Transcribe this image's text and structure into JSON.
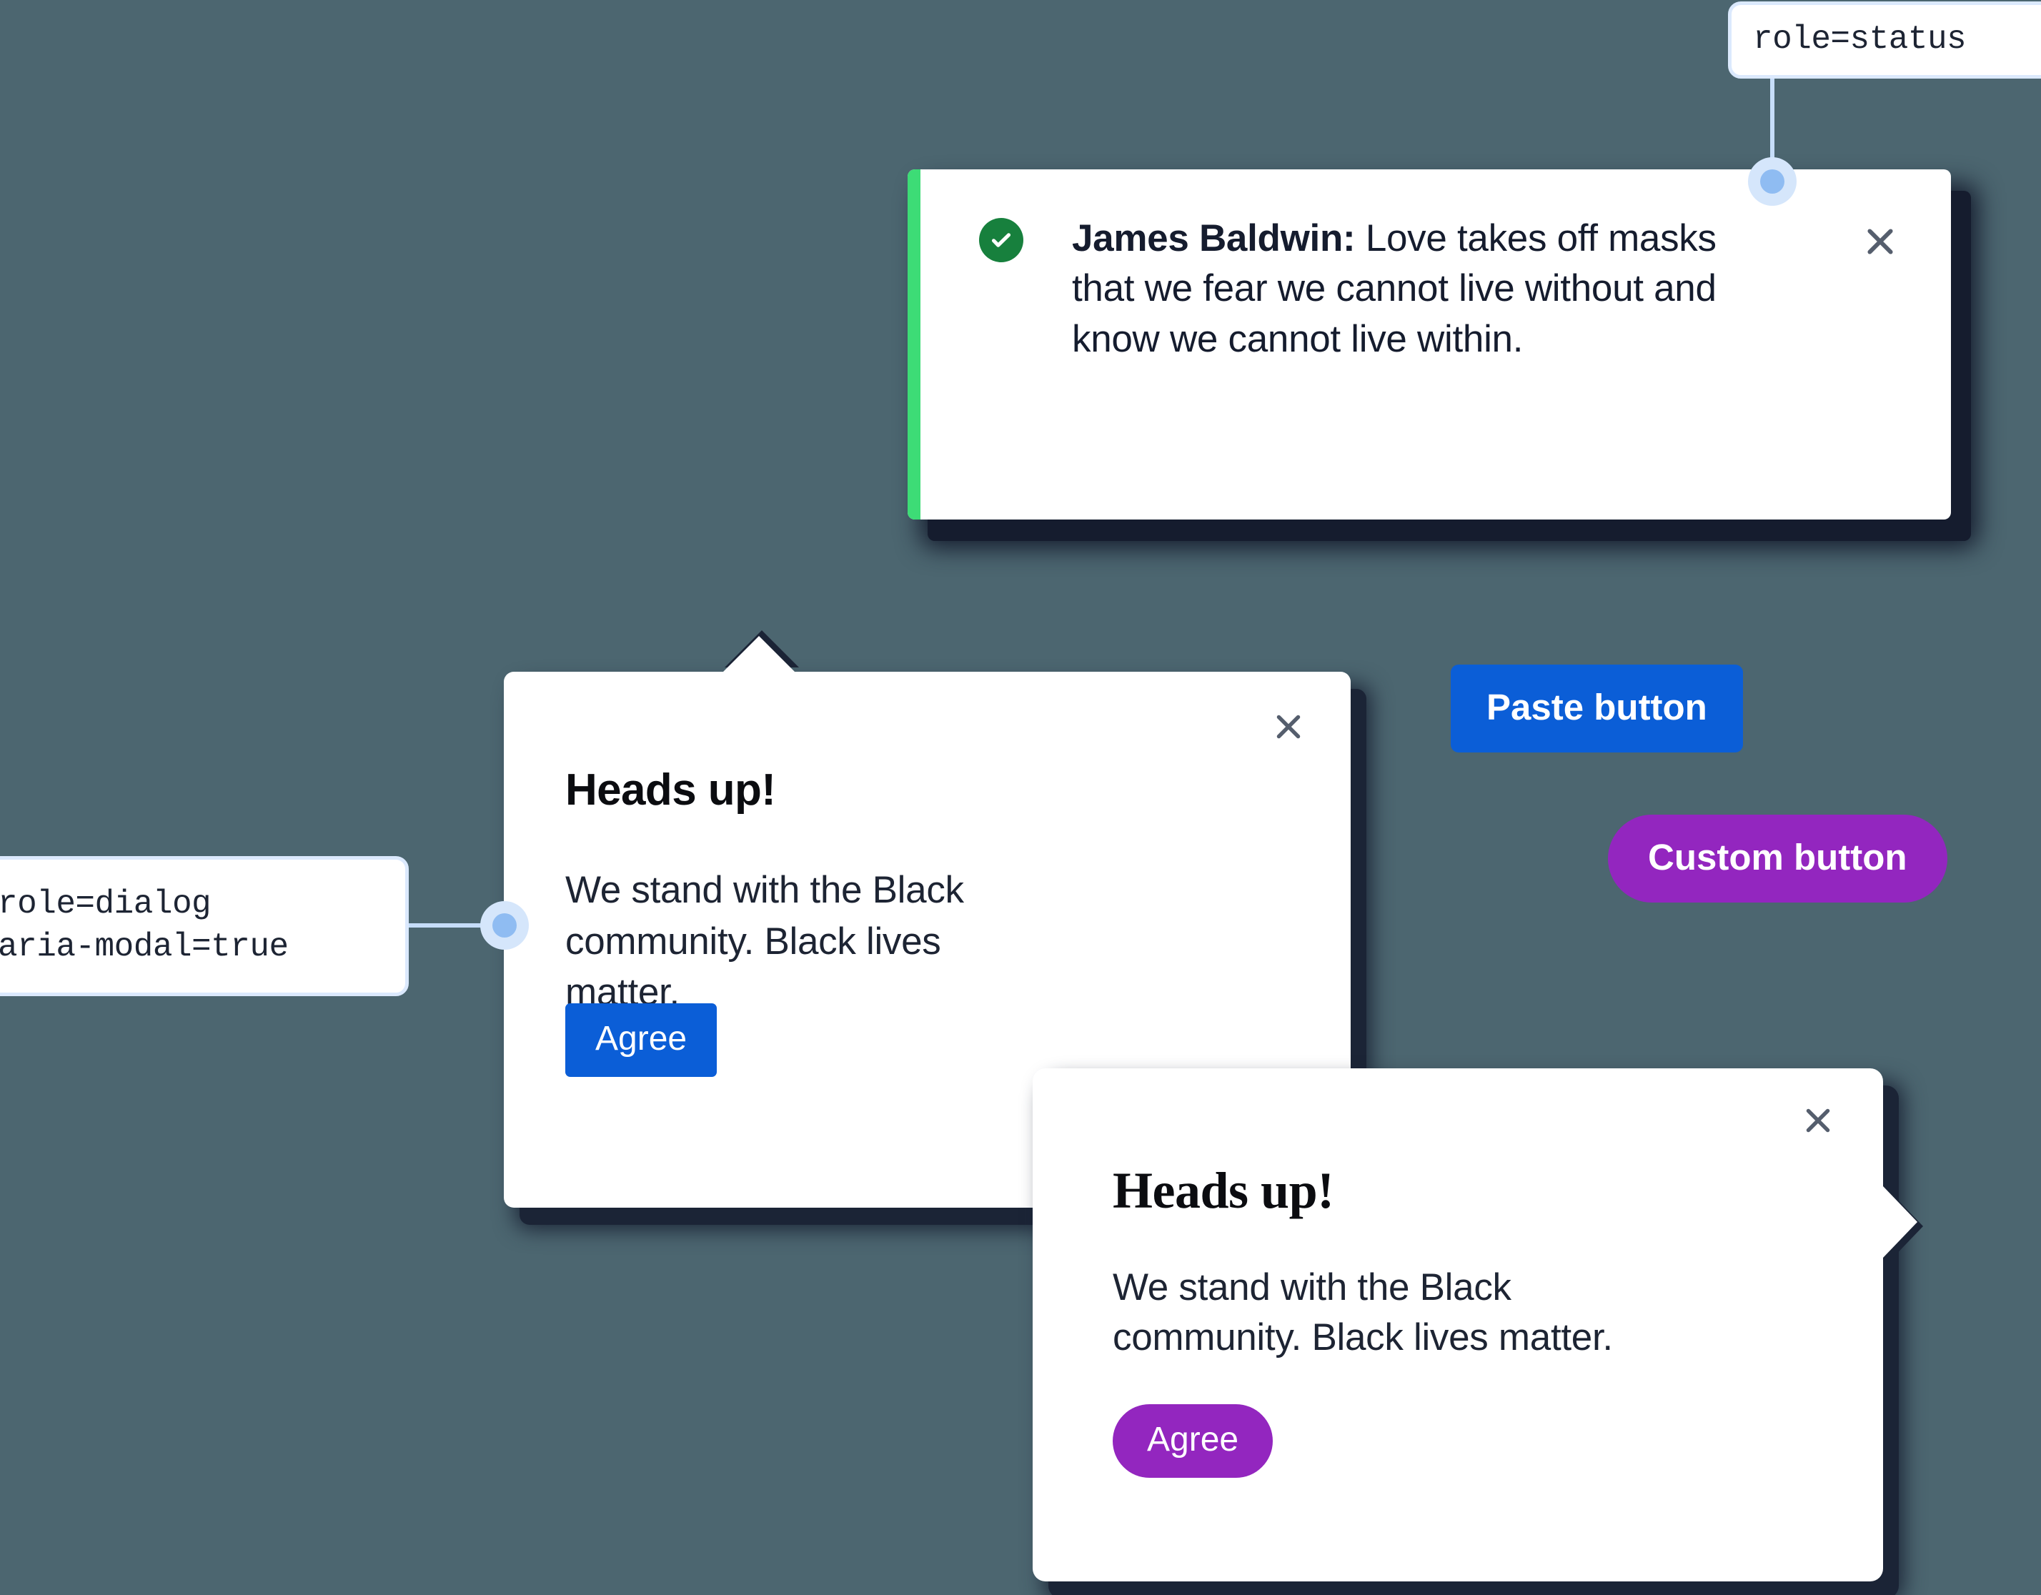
{
  "canvas": {
    "background_color": "#4c6670"
  },
  "annotations": {
    "status": {
      "text": "role=status",
      "border_color": "#dbe9fd",
      "dot_color": "#8fbcf2"
    },
    "dialog": {
      "line1": "role=dialog",
      "line2": "aria-modal=true",
      "border_color": "#dbe9fd",
      "dot_color": "#8fbcf2"
    }
  },
  "toast": {
    "accent_color": "#3ddc76",
    "icon": "check-circle-icon",
    "icon_color": "#17803d",
    "author": "James Baldwin:",
    "message": " Love takes off masks that we fear we cannot live without and know we cannot live within.",
    "close_label": "close-icon"
  },
  "dialog_one": {
    "title": "Heads up!",
    "body": "We stand with the Black community. Black lives matter.",
    "agree_label": "Agree",
    "agree_color": "#0b5ed7",
    "close_label": "close-icon"
  },
  "dialog_two": {
    "title": "Heads up!",
    "body": "We stand with the Black community. Black lives matter.",
    "agree_label": "Agree",
    "agree_color": "#9326bf",
    "close_label": "close-icon"
  },
  "buttons": {
    "paste": {
      "label": "Paste button",
      "color": "#0b5ed7"
    },
    "custom": {
      "label": "Custom button",
      "color": "#9326bf"
    }
  }
}
